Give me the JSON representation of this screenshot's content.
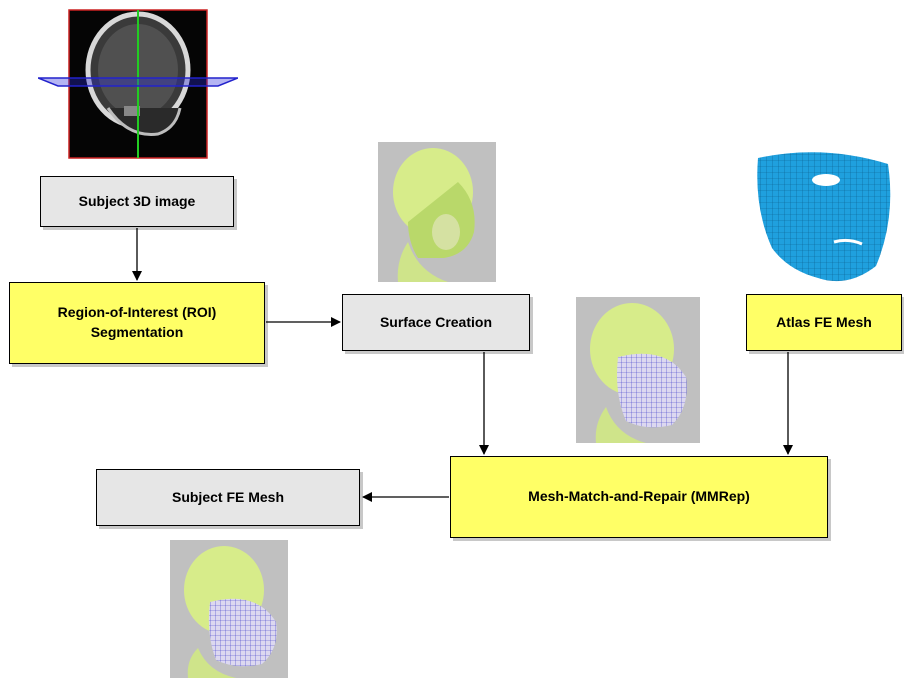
{
  "nodes": {
    "subject_3d_image": "Subject 3D image",
    "roi_segmentation": "Region-of-Interest (ROI) Segmentation",
    "surface_creation": "Surface Creation",
    "atlas_fe_mesh": "Atlas FE Mesh",
    "mmrep": "Mesh-Match-and-Repair (MMRep)",
    "subject_fe_mesh": "Subject FE Mesh"
  },
  "colors": {
    "gray_box": "#e6e6e6",
    "yellow_box": "#ffff66",
    "atlas_mesh": "#1fa0de",
    "head_green": "#c8e67a",
    "mesh_blue": "#3a3ac8"
  },
  "images": {
    "ct_scan": "ct-scan-slices-image",
    "surface_head": "surface-head-image",
    "atlas_mesh": "atlas-face-mesh-image",
    "matched_head": "matched-head-mesh-image",
    "subject_mesh_head": "subject-head-mesh-image"
  }
}
